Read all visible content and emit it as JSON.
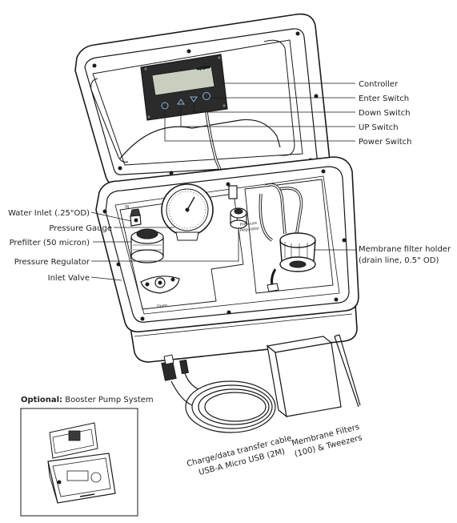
{
  "callouts": {
    "controller": "Controller",
    "enter_switch": "Enter Switch",
    "down_switch": "Down Switch",
    "up_switch": "UP Switch",
    "power_switch": "Power Switch",
    "water_inlet": "Water Inlet (.25\"OD)",
    "pressure_gauge": "Pressure Gauge",
    "prefilter": "Prefilter (50 micron)",
    "pressure_regulator": "Pressure Regulator",
    "inlet_valve": "Inlet Valve",
    "membrane_holder_line1": "Membrane filter holder",
    "membrane_holder_line2": "(drain line, 0.5\" OD)"
  },
  "accessories": {
    "cable_line1": "Charge/data transfer cable",
    "cable_line2": "USB-A Micro USB (2M)",
    "filters_line1": "Membrane Filters",
    "filters_line2": "(100) & Tweezers"
  },
  "optional": {
    "prefix": "Optional:",
    "text": " Booster Pump System"
  },
  "device_marks": {
    "lcd_brand": "aquiplus"
  },
  "colors": {
    "line": "#1a1a1a",
    "lcd": "#c8cfbe",
    "accent": "#7fb4d6"
  }
}
